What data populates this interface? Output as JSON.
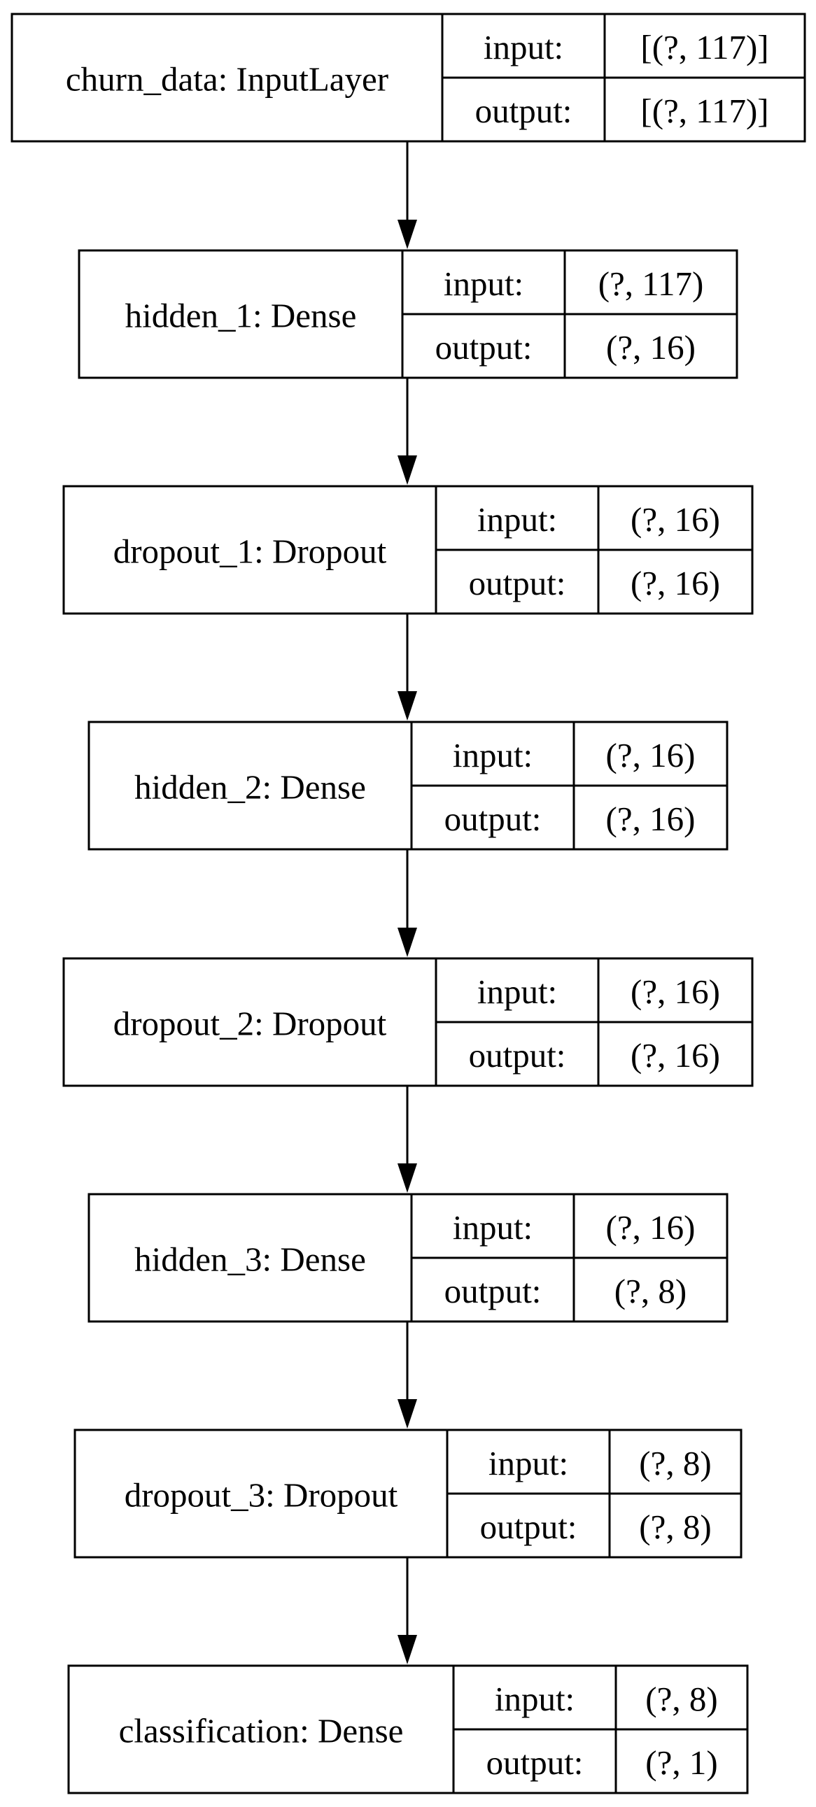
{
  "diagram": {
    "layers": [
      {
        "name_label": "churn_data: InputLayer",
        "input_label": "input:",
        "output_label": "output:",
        "input_shape": "[(?, 117)]",
        "output_shape": "[(?, 117)]"
      },
      {
        "name_label": "hidden_1: Dense",
        "input_label": "input:",
        "output_label": "output:",
        "input_shape": "(?, 117)",
        "output_shape": "(?, 16)"
      },
      {
        "name_label": "dropout_1: Dropout",
        "input_label": "input:",
        "output_label": "output:",
        "input_shape": "(?, 16)",
        "output_shape": "(?, 16)"
      },
      {
        "name_label": "hidden_2: Dense",
        "input_label": "input:",
        "output_label": "output:",
        "input_shape": "(?, 16)",
        "output_shape": "(?, 16)"
      },
      {
        "name_label": "dropout_2: Dropout",
        "input_label": "input:",
        "output_label": "output:",
        "input_shape": "(?, 16)",
        "output_shape": "(?, 16)"
      },
      {
        "name_label": "hidden_3: Dense",
        "input_label": "input:",
        "output_label": "output:",
        "input_shape": "(?, 16)",
        "output_shape": "(?, 8)"
      },
      {
        "name_label": "dropout_3: Dropout",
        "input_label": "input:",
        "output_label": "output:",
        "input_shape": "(?, 8)",
        "output_shape": "(?, 8)"
      },
      {
        "name_label": "classification: Dense",
        "input_label": "input:",
        "output_label": "output:",
        "input_shape": "(?, 8)",
        "output_shape": "(?, 1)"
      }
    ],
    "colors": {
      "stroke": "#000000",
      "background": "#ffffff",
      "text": "#000000"
    }
  }
}
